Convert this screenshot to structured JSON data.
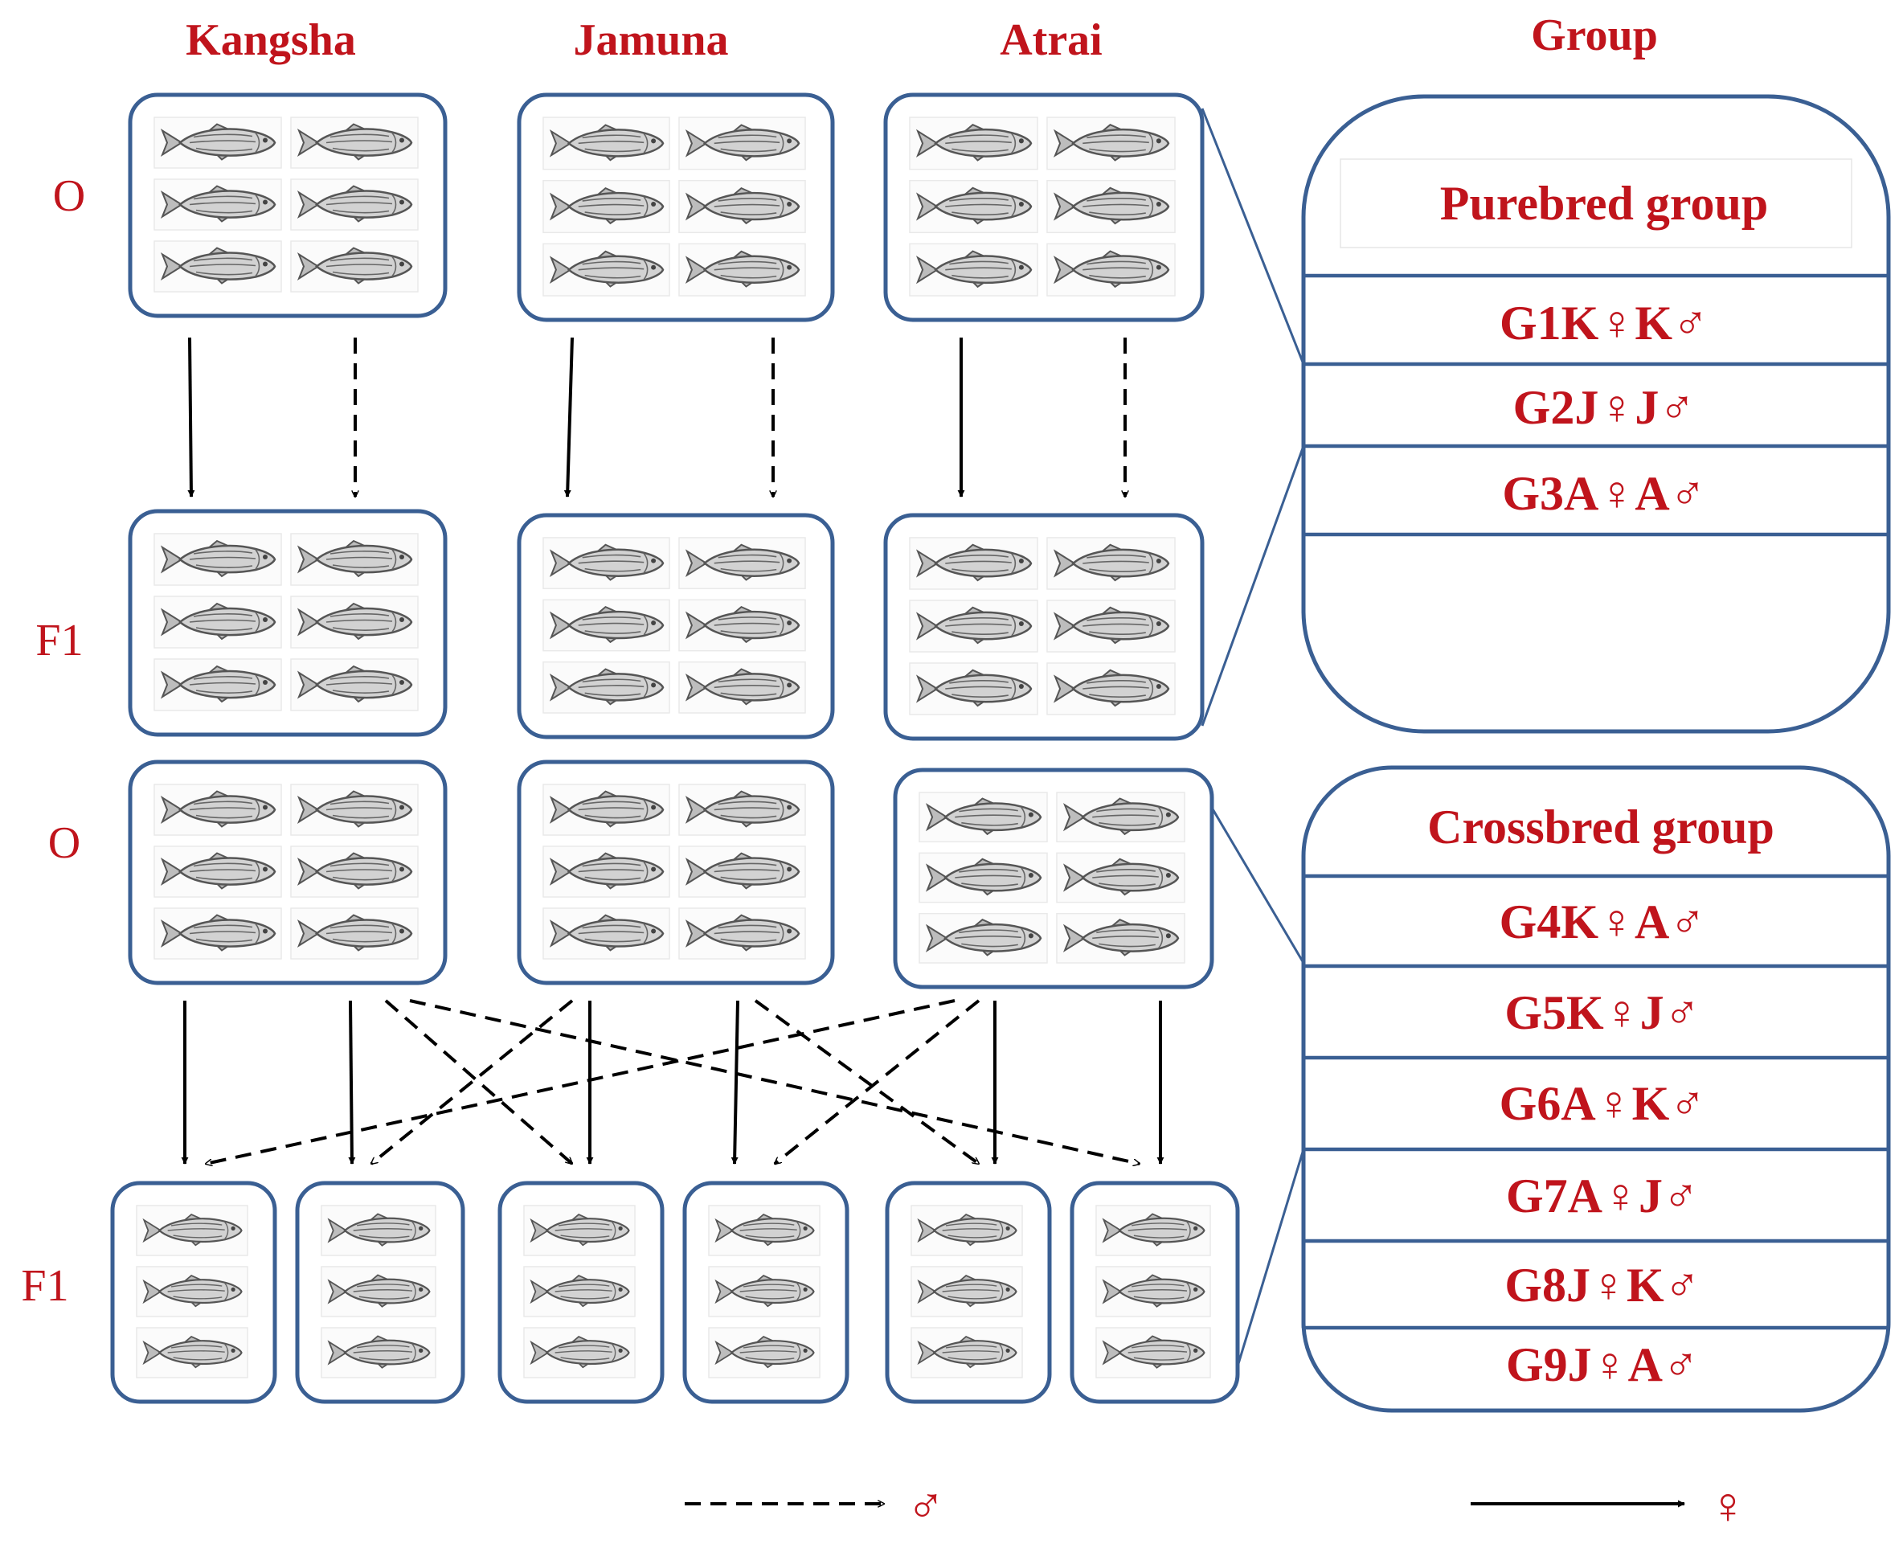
{
  "columns": [
    "Kangsha",
    "Jamuna",
    "Atrai"
  ],
  "group_header": "Group",
  "row_labels": [
    "O",
    "F1",
    "O",
    "F1"
  ],
  "purebred": {
    "title": "Purebred group",
    "rows": [
      "G1K♀K♂",
      "G2J♀J♂",
      "G3A♀A♂"
    ]
  },
  "crossbred": {
    "title": "Crossbred group",
    "rows": [
      "G4K♀A♂",
      "G5K♀J♂",
      "G6A♀K♂",
      "G7A♀J♂",
      "G8J♀K♂",
      "G9J♀A♂"
    ]
  },
  "legend": {
    "dashed_symbol": "♂",
    "solid_symbol": "♀"
  },
  "colors": {
    "label_red": "#c0141c",
    "pool_border": "#3a5f93",
    "arrow": "#000000"
  },
  "icons": [
    "fish-icon"
  ]
}
